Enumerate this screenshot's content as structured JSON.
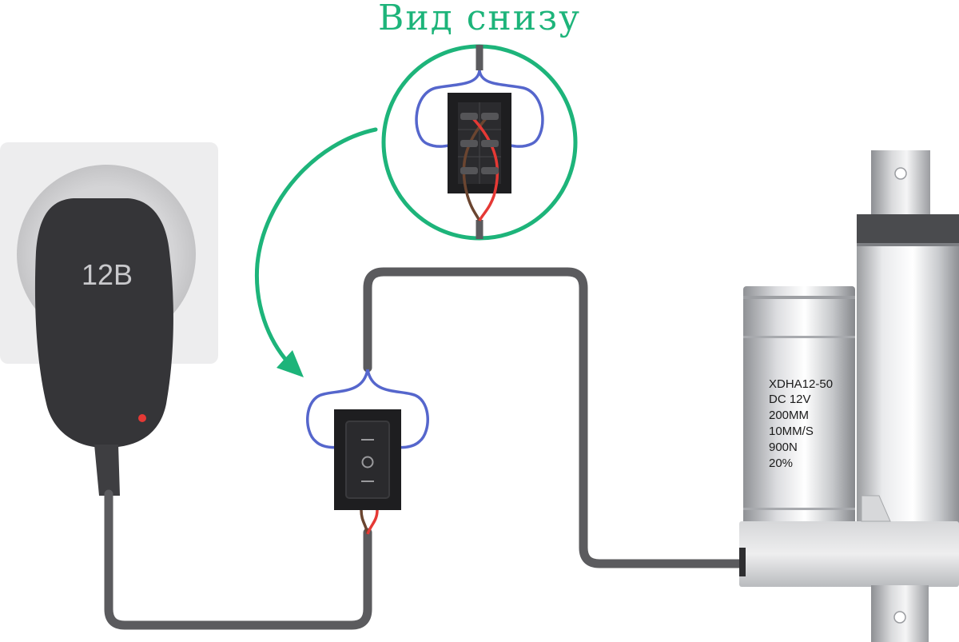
{
  "title": "Вид снизу",
  "adapter": {
    "label": "12В"
  },
  "actuator": {
    "specs": [
      "XDHA12-50",
      "DC 12V",
      "200MM",
      "10MM/S",
      "900N",
      "20%"
    ]
  },
  "colors": {
    "accent_green": "#1db47a",
    "cable_gray": "#5b5b5e",
    "wire_blue": "#5566cc",
    "wire_red": "#e53935",
    "wire_brown": "#6b4530",
    "adapter_body": "#353538",
    "indicator_led": "#e53935"
  }
}
